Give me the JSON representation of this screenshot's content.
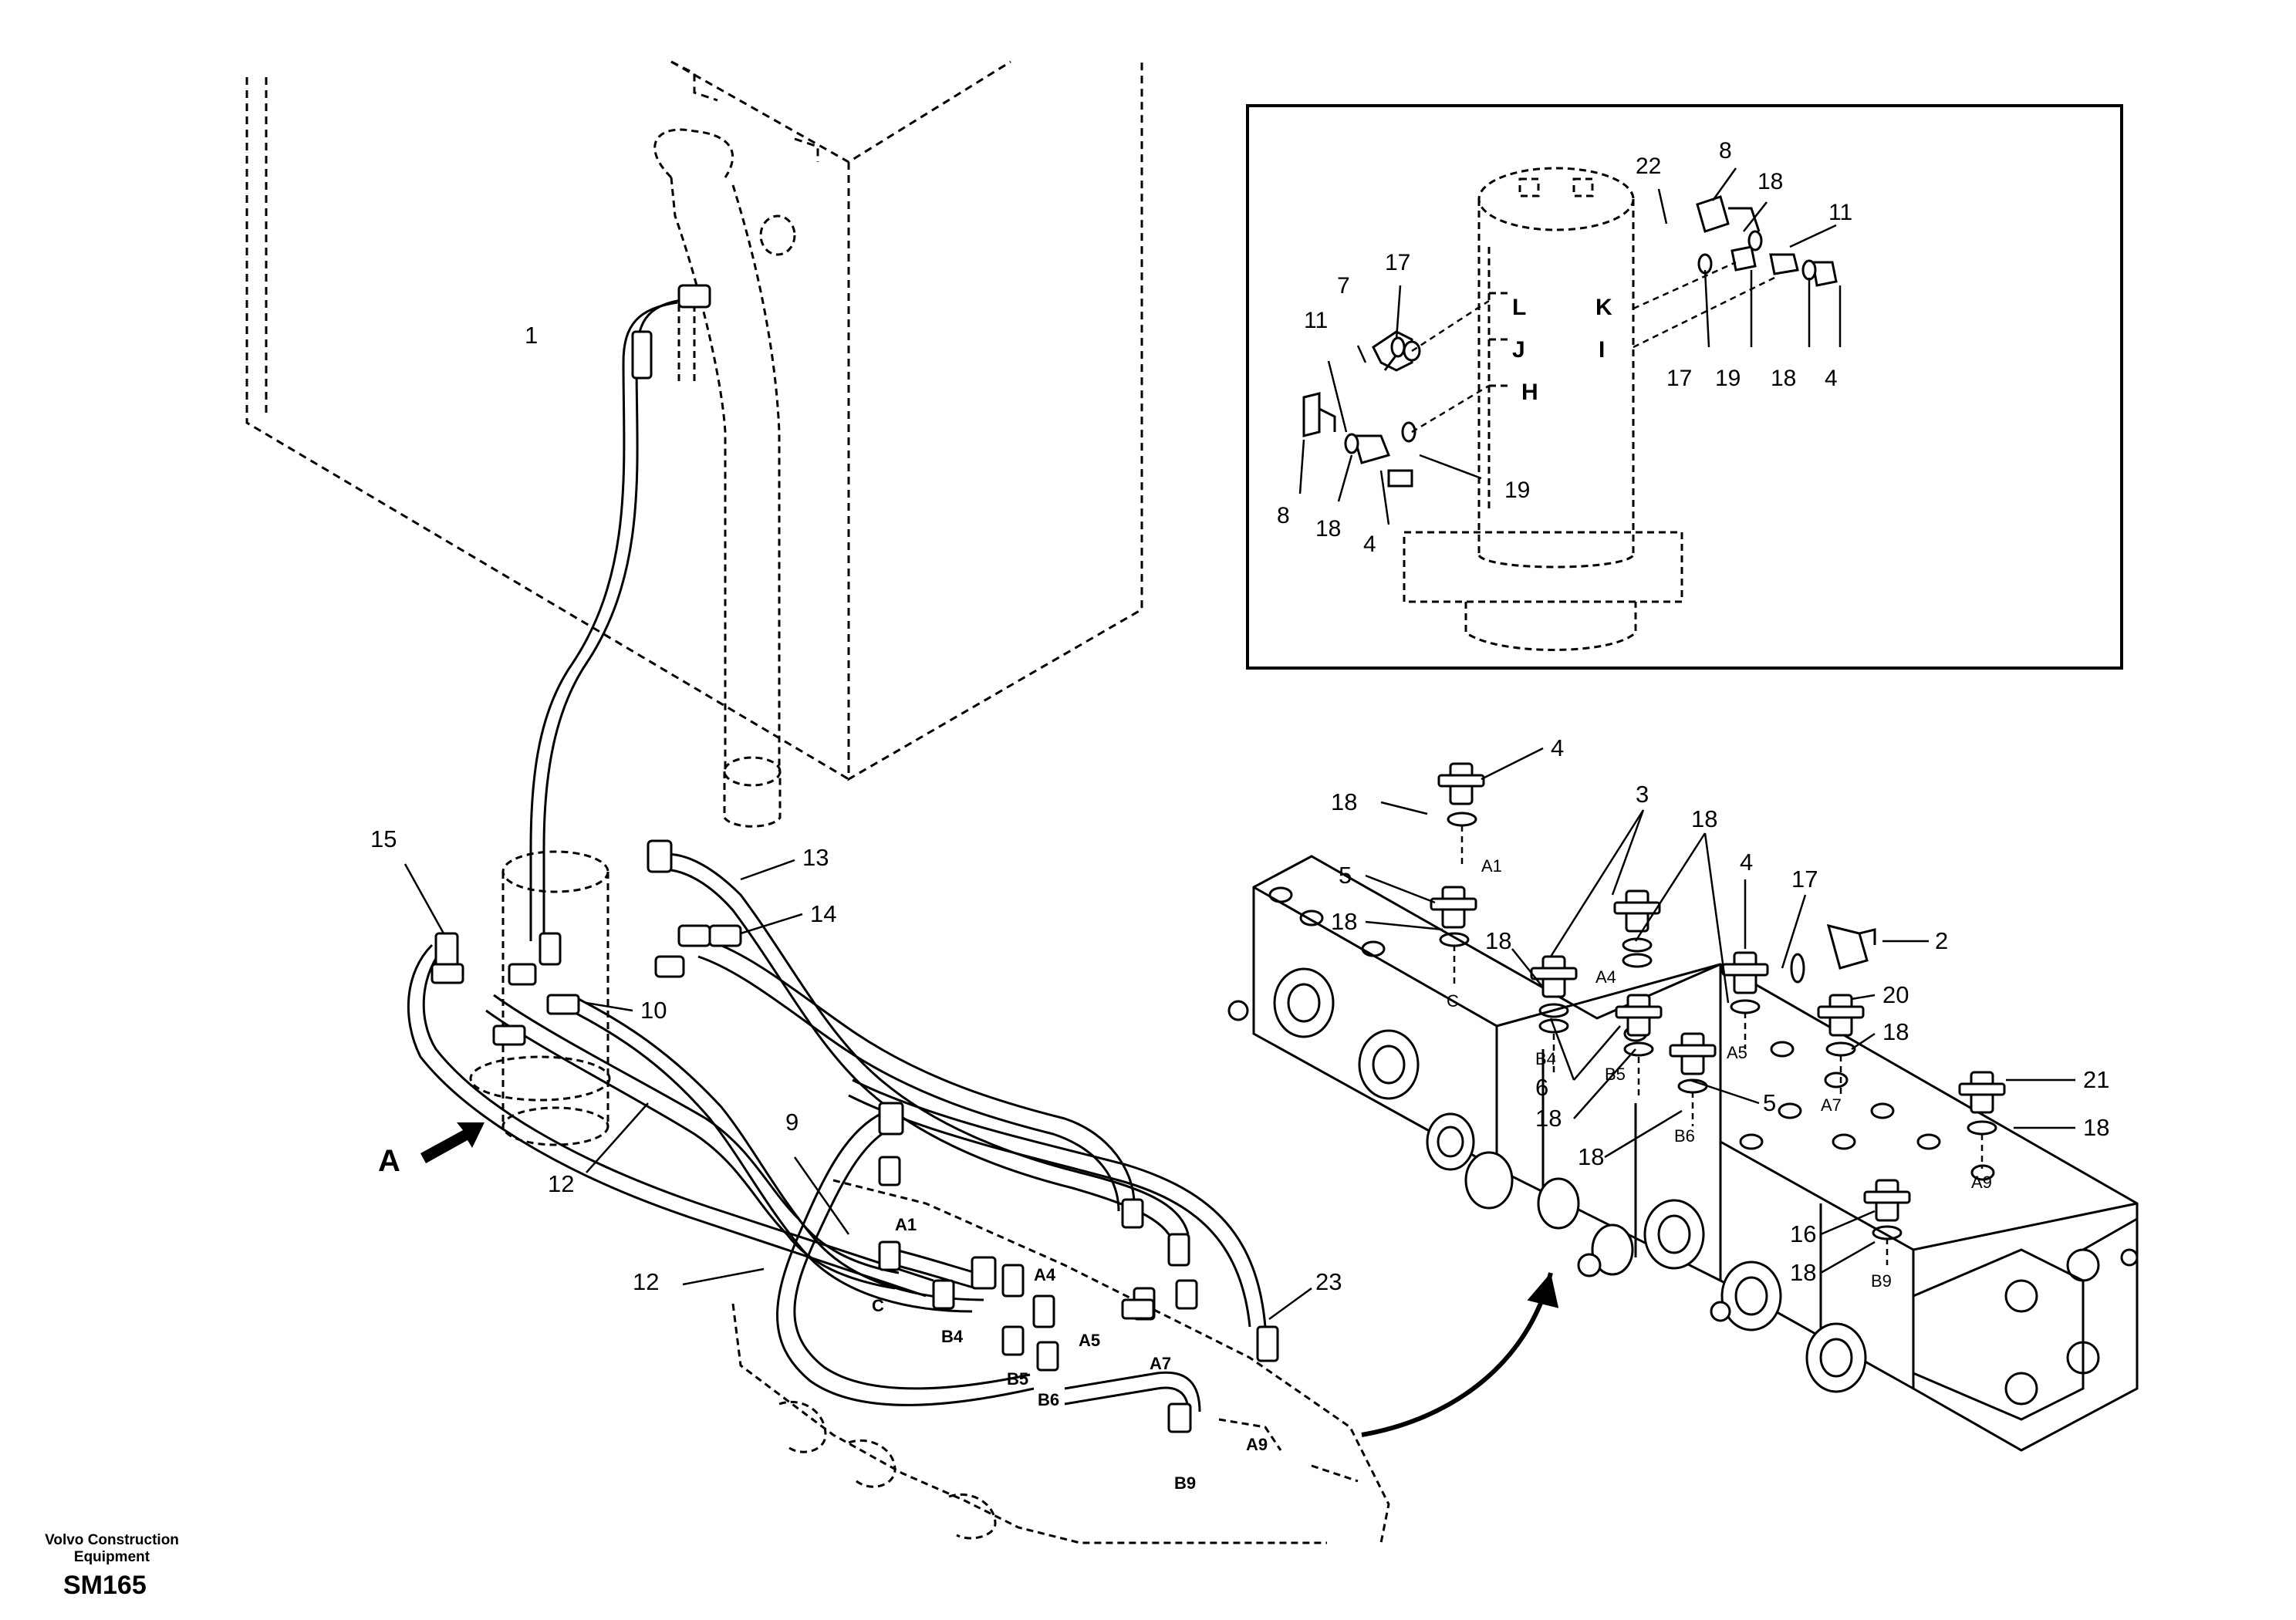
{
  "footer": {
    "company": "Volvo Construction\nEquipment",
    "drawing_code": "SM165"
  },
  "view_label": "A",
  "inset_callouts": [
    "22",
    "8",
    "18",
    "11",
    "17",
    "7",
    "K",
    "L",
    "J",
    "H",
    "I",
    "17",
    "19",
    "18",
    "4",
    "11",
    "8",
    "18",
    "4",
    "19"
  ],
  "valve_callouts": [
    "4",
    "18",
    "3",
    "18",
    "4",
    "17",
    "5",
    "18",
    "18",
    "2",
    "20",
    "18",
    "6",
    "18",
    "5",
    "21",
    "18",
    "16",
    "18",
    "18",
    "A1",
    "A4",
    "C",
    "B4",
    "B5",
    "A5",
    "A7",
    "B6",
    "A9",
    "B9"
  ],
  "main_callouts": [
    "1",
    "15",
    "13",
    "14",
    "10",
    "9",
    "12",
    "12",
    "23"
  ],
  "port_labels": [
    "A1",
    "A4",
    "C",
    "B4",
    "A5",
    "A7",
    "B5",
    "B6",
    "A9",
    "B9"
  ]
}
